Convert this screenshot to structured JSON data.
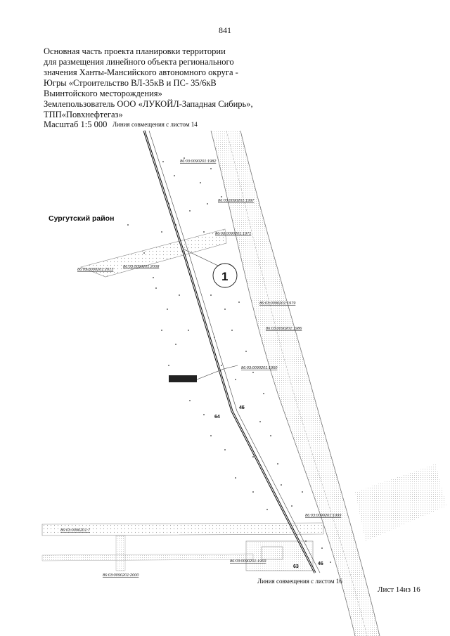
{
  "page_number": "841",
  "header": {
    "lines": [
      "Основная часть проекта планировки территории",
      "для размещения линейного объекта регионального",
      "значения Ханты-Мансийского автономного округа -",
      "Югры «Строительство ВЛ-35кВ и ПС- 35/6кВ",
      "Выинтойского месторождения»",
      "Землепользователь ООО «ЛУКОЙЛ-Западная Сибирь»,",
      "ТПП«Повхнефтегаз»"
    ],
    "scale": "Масштаб 1:5 000"
  },
  "map": {
    "top_join_label": "Линия совмещения с листом 14",
    "bottom_join_label": "Линия совмещения с листом 16",
    "district_label": "Сургутский район",
    "zone_marker": "1",
    "point_labels": [
      "45",
      "64",
      "63",
      "46"
    ],
    "dark_tag": "",
    "parcels": [
      "86:03:0090201:1982",
      "86:03:0090201:1997",
      "86:03:0090201:1971",
      "86:03:0090201:2013",
      "86:03:0090201:2008",
      "86:03:0090201:1979",
      "86:03:0090201:1986",
      "86:03:0090201:1950",
      "86:03:0090201:1999",
      "86:03:0090201:7",
      "86:03:0090201:1969",
      "86:03:0090201:2000"
    ]
  },
  "footer": {
    "sheet": "Лист 14из 16"
  }
}
